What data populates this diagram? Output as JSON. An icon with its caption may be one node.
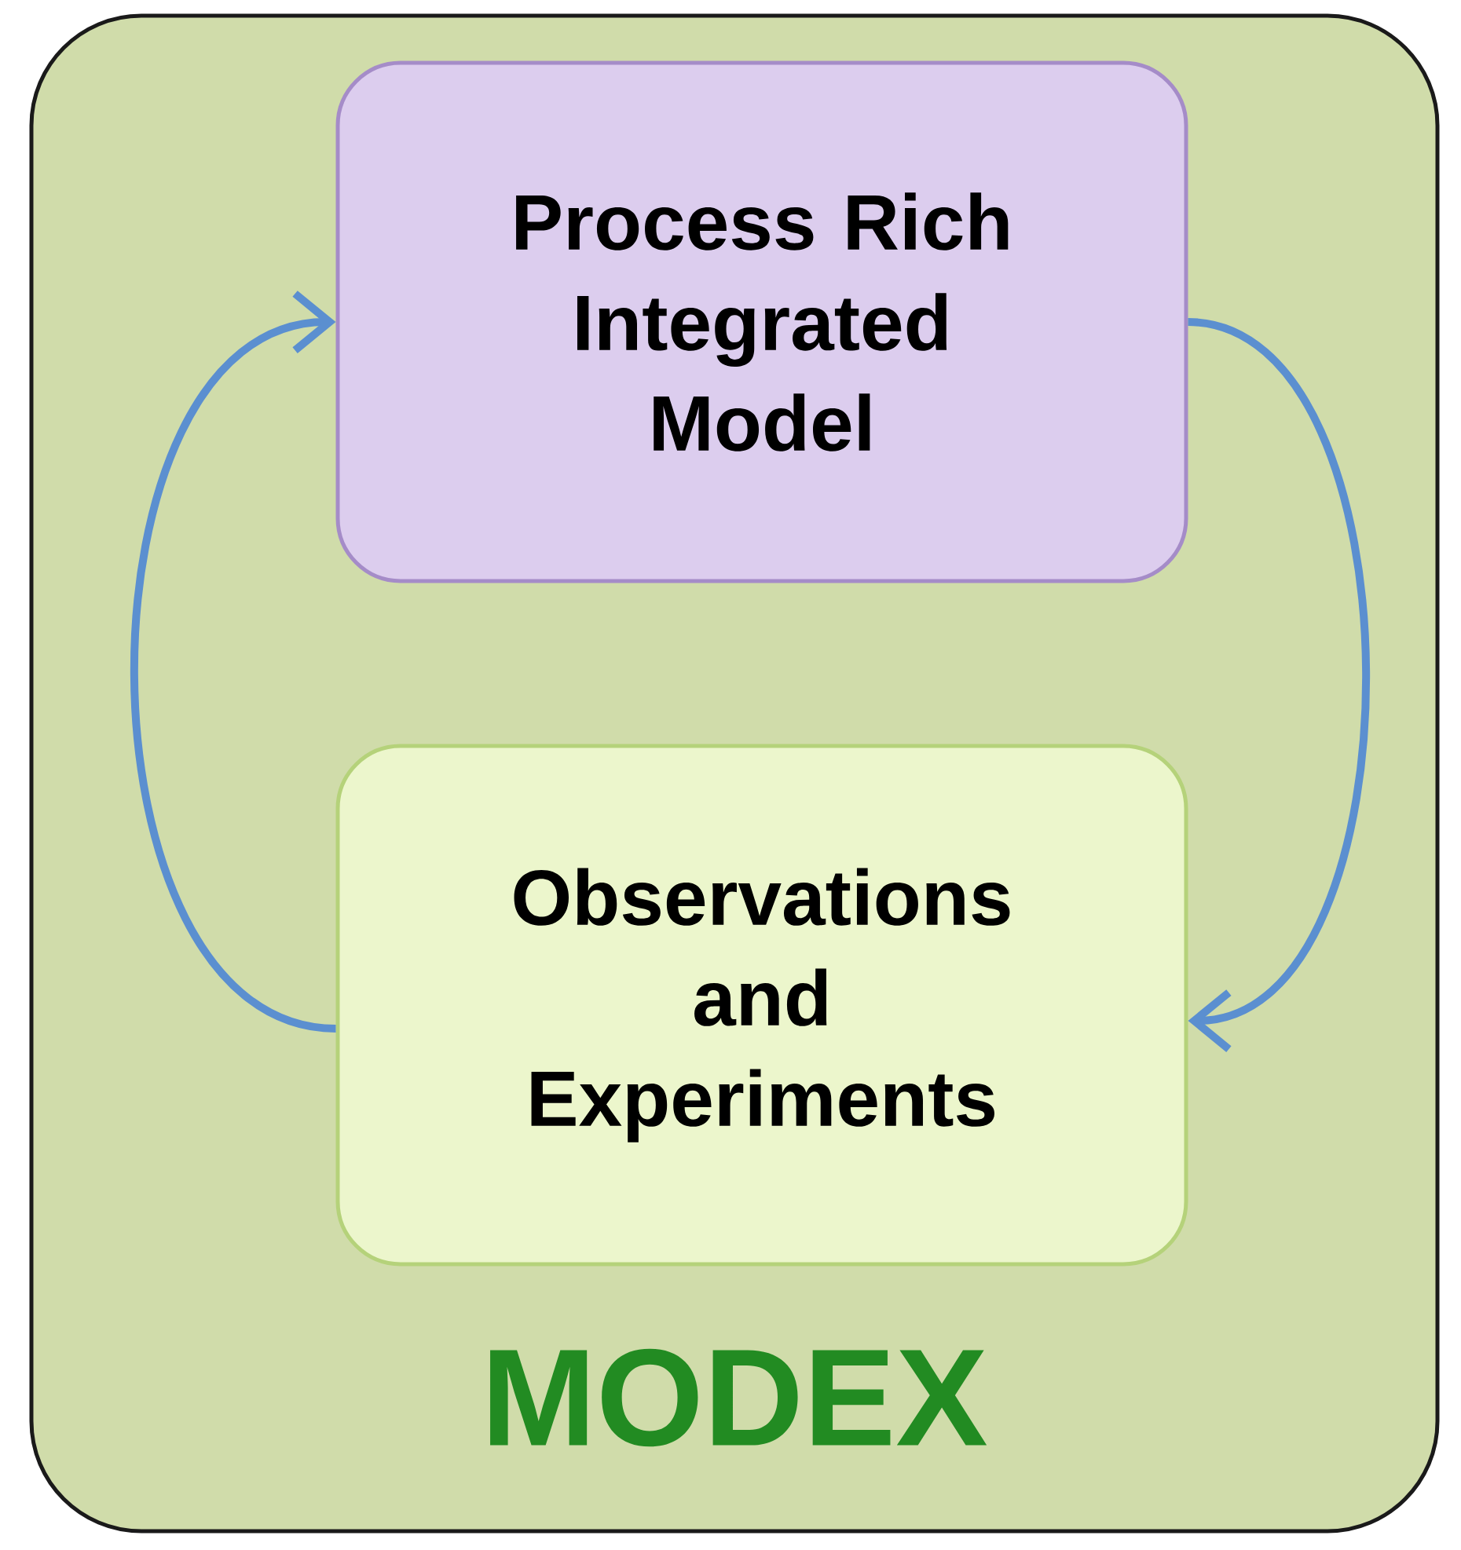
{
  "diagram": {
    "nodes": [
      {
        "text": [
          "MODEX"
        ]
      },
      {
        "text": [
          "Process Rich Integrated Model"
        ],
        "in": 0
      },
      {
        "text": [
          "Observations and Experiments"
        ],
        "in": 0
      }
    ],
    "edges": [
      {
        "from": 1,
        "to": 2,
        "arrow": "to"
      },
      {
        "from": 2,
        "to": 1,
        "arrow": "to"
      }
    ]
  }
}
